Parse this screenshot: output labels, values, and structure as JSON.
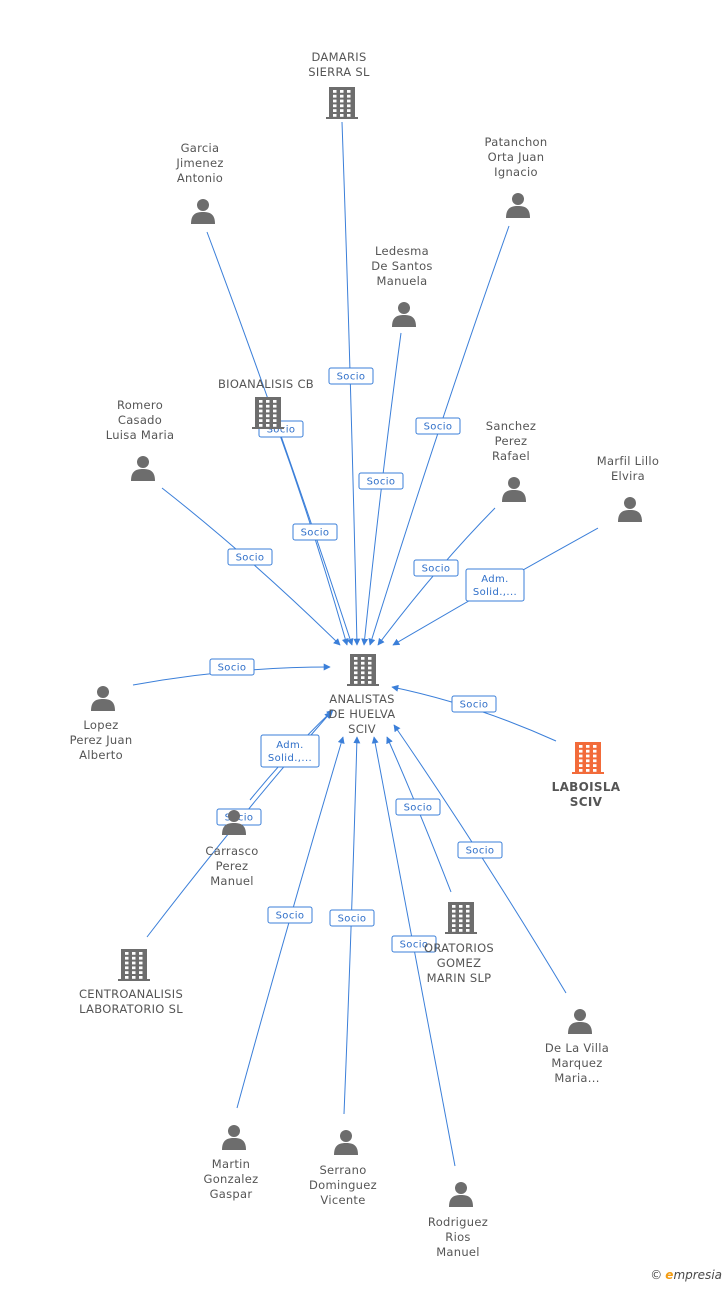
{
  "center": {
    "label": [
      "ANALISTAS",
      "DE HUELVA",
      "SCIV"
    ]
  },
  "nodes": [
    {
      "id": "damaris",
      "type": "company",
      "label": [
        "DAMARIS",
        "SIERRA SL"
      ]
    },
    {
      "id": "garcia",
      "type": "person",
      "label": [
        "Garcia",
        "Jimenez",
        "Antonio"
      ]
    },
    {
      "id": "patanchon",
      "type": "person",
      "label": [
        "Patanchon",
        "Orta Juan",
        "Ignacio"
      ]
    },
    {
      "id": "ledesma",
      "type": "person",
      "label": [
        "Ledesma",
        "De Santos",
        "Manuela"
      ]
    },
    {
      "id": "bioanalisis",
      "type": "company",
      "label": [
        "BIOANALISIS CB"
      ]
    },
    {
      "id": "romero",
      "type": "person",
      "label": [
        "Romero",
        "Casado",
        "Luisa Maria"
      ]
    },
    {
      "id": "sanchez",
      "type": "person",
      "label": [
        "Sanchez",
        "Perez",
        "Rafael"
      ]
    },
    {
      "id": "marfil",
      "type": "person",
      "label": [
        "Marfil Lillo",
        "Elvira"
      ]
    },
    {
      "id": "lopez",
      "type": "person",
      "label": [
        "Lopez",
        "Perez Juan",
        "Alberto"
      ]
    },
    {
      "id": "laboisla",
      "type": "company",
      "highlight": true,
      "label": [
        "LABOISLA",
        "SCIV"
      ]
    },
    {
      "id": "carrasco",
      "type": "person",
      "label": [
        "Carrasco",
        "Perez",
        "Manuel"
      ]
    },
    {
      "id": "centroanalisis",
      "type": "company",
      "label": [
        "CENTROANALISIS",
        "LABORATORIO SL"
      ]
    },
    {
      "id": "oratorios",
      "type": "company",
      "label": [
        "ORATORIOS",
        "GOMEZ",
        "MARIN SLP"
      ]
    },
    {
      "id": "delavilla",
      "type": "person",
      "label": [
        "De La Villa",
        "Marquez",
        "Maria..."
      ]
    },
    {
      "id": "martin",
      "type": "person",
      "label": [
        "Martin",
        "Gonzalez",
        "Gaspar"
      ]
    },
    {
      "id": "serrano",
      "type": "person",
      "label": [
        "Serrano",
        "Dominguez",
        "Vicente"
      ]
    },
    {
      "id": "rodriguez",
      "type": "person",
      "label": [
        "Rodriguez",
        "Rios",
        "Manuel"
      ]
    }
  ],
  "edges": [
    {
      "from": "damaris",
      "label": [
        "Socio"
      ]
    },
    {
      "from": "garcia",
      "label": [
        "Socio"
      ]
    },
    {
      "from": "patanchon",
      "label": [
        "Socio"
      ]
    },
    {
      "from": "ledesma",
      "label": [
        "Socio"
      ]
    },
    {
      "from": "bioanalisis",
      "label": [
        "Socio"
      ]
    },
    {
      "from": "romero",
      "label": [
        "Socio"
      ]
    },
    {
      "from": "sanchez",
      "label": [
        "Socio"
      ]
    },
    {
      "from": "marfil",
      "label": [
        "Adm.",
        "Solid.,..."
      ]
    },
    {
      "from": "lopez",
      "label": [
        "Socio"
      ]
    },
    {
      "from": "laboisla",
      "label": [
        "Socio"
      ]
    },
    {
      "from": "carrasco",
      "label": [
        "Adm.",
        "Solid.,..."
      ]
    },
    {
      "from": "centroanalisis",
      "label": [
        "Socio"
      ]
    },
    {
      "from": "oratorios",
      "label": [
        "Socio"
      ]
    },
    {
      "from": "delavilla",
      "label": [
        "Socio"
      ]
    },
    {
      "from": "martin",
      "label": [
        "Socio"
      ]
    },
    {
      "from": "serrano",
      "label": [
        "Socio"
      ]
    },
    {
      "from": "rodriguez",
      "label": [
        "Socio"
      ]
    }
  ],
  "colors": {
    "edge": "#3b7fd9",
    "icon": "#6d6d6d",
    "highlight": "#f26b3a"
  },
  "footer": {
    "copyright": "©",
    "brand": "mpresia",
    "brand_initial": "e"
  }
}
